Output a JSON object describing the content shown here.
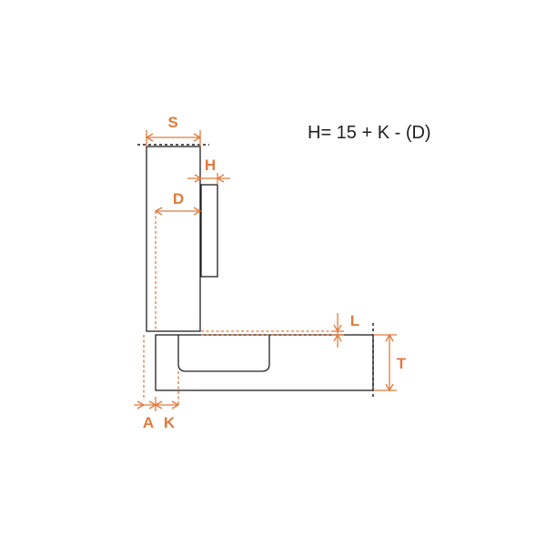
{
  "formula": "H= 15 + K - (D)",
  "labels": {
    "s": "S",
    "h": "H",
    "d": "D",
    "l": "L",
    "t": "T",
    "a": "A",
    "k": "K"
  },
  "colors": {
    "dimension": "#e07a3c",
    "outline": "#231f20",
    "background": "#ffffff"
  }
}
